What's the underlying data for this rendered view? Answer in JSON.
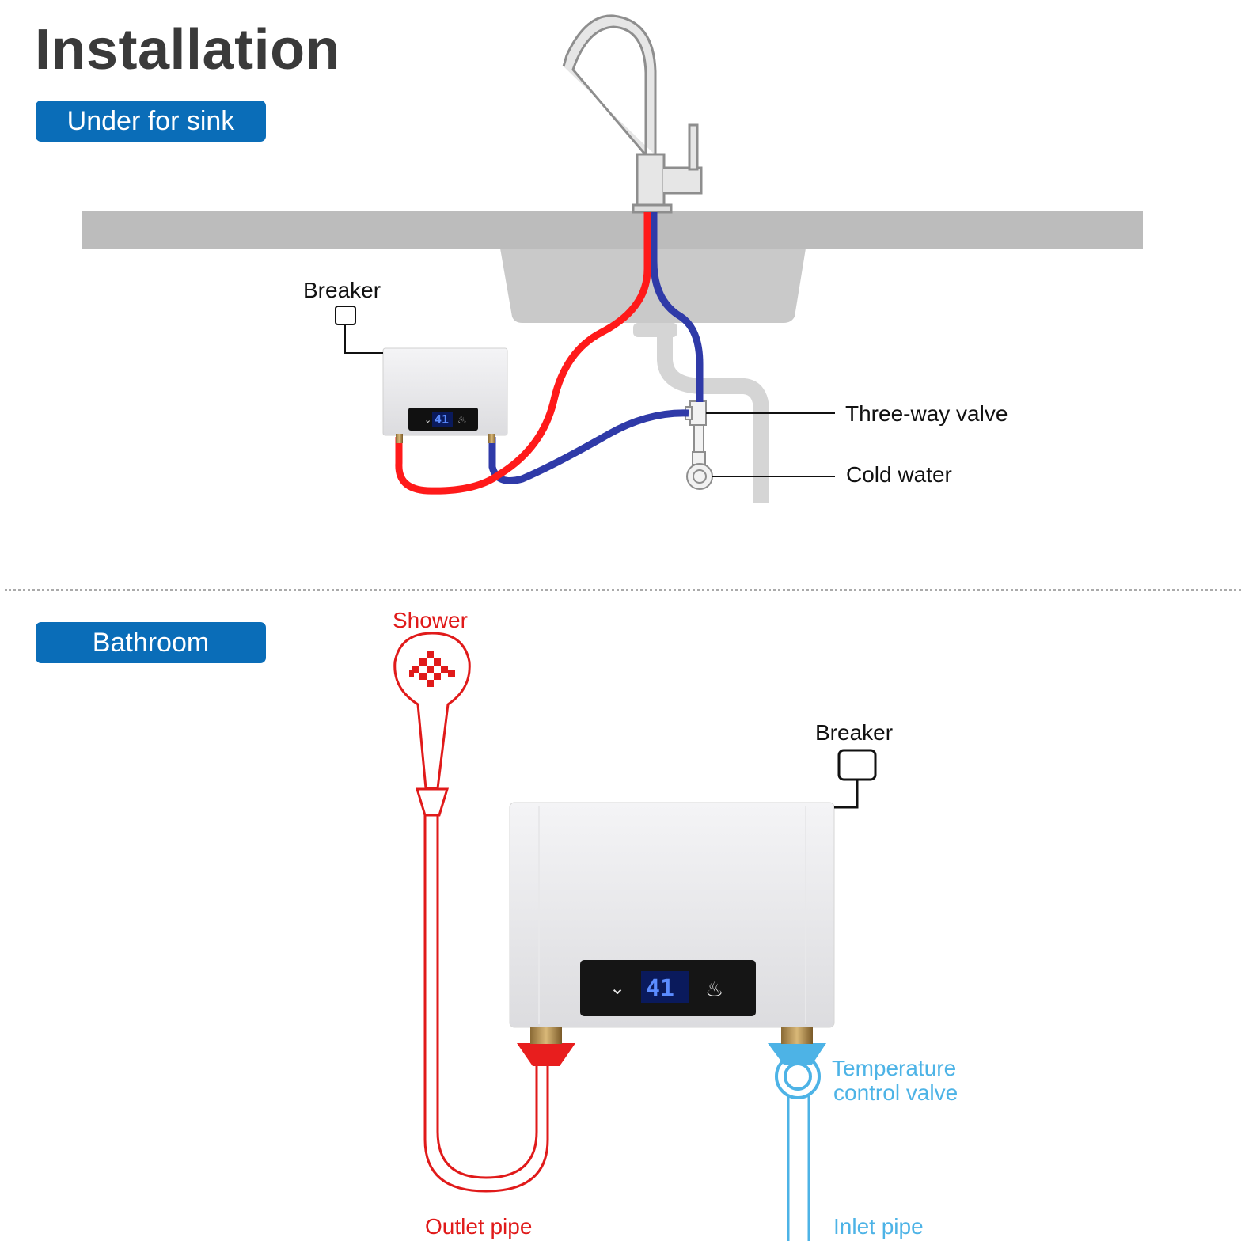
{
  "title": "Installation",
  "sections": {
    "sink": {
      "label": "Under for sink"
    },
    "bathroom": {
      "label": "Bathroom"
    }
  },
  "labels": {
    "sink_breaker": "Breaker",
    "three_way_valve": "Three-way valve",
    "cold_water": "Cold water",
    "shower": "Shower",
    "bath_breaker": "Breaker",
    "temp_valve_line1": "Temperature",
    "temp_valve_line2": "control valve",
    "outlet_pipe": "Outlet pipe",
    "inlet_pipe": "Inlet pipe"
  },
  "display": {
    "small": "41",
    "large": "41"
  },
  "colors": {
    "hot": "#ff1a1a",
    "cold": "#2f3aa8",
    "accent": "#0a6db8",
    "inlet": "#4db3e6",
    "outlet": "#e01a1a"
  }
}
